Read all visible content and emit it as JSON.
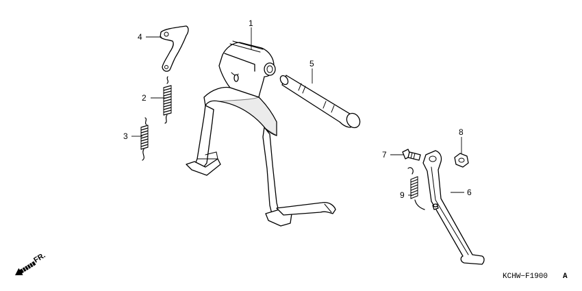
{
  "callouts": [
    {
      "id": "1",
      "part": "main-stand"
    },
    {
      "id": "2",
      "part": "main-stand-spring-long"
    },
    {
      "id": "3",
      "part": "main-stand-spring-short"
    },
    {
      "id": "4",
      "part": "spring-hook-bracket"
    },
    {
      "id": "5",
      "part": "stand-pivot-shaft"
    },
    {
      "id": "6",
      "part": "side-stand"
    },
    {
      "id": "7",
      "part": "side-stand-pivot-bolt"
    },
    {
      "id": "8",
      "part": "side-stand-nut"
    },
    {
      "id": "9",
      "part": "side-stand-spring"
    }
  ],
  "direction_indicator": {
    "label": "FR.",
    "icon": "front-arrow-icon"
  },
  "diagram_code": {
    "code": "KCHW−F1900",
    "revision": "A"
  }
}
